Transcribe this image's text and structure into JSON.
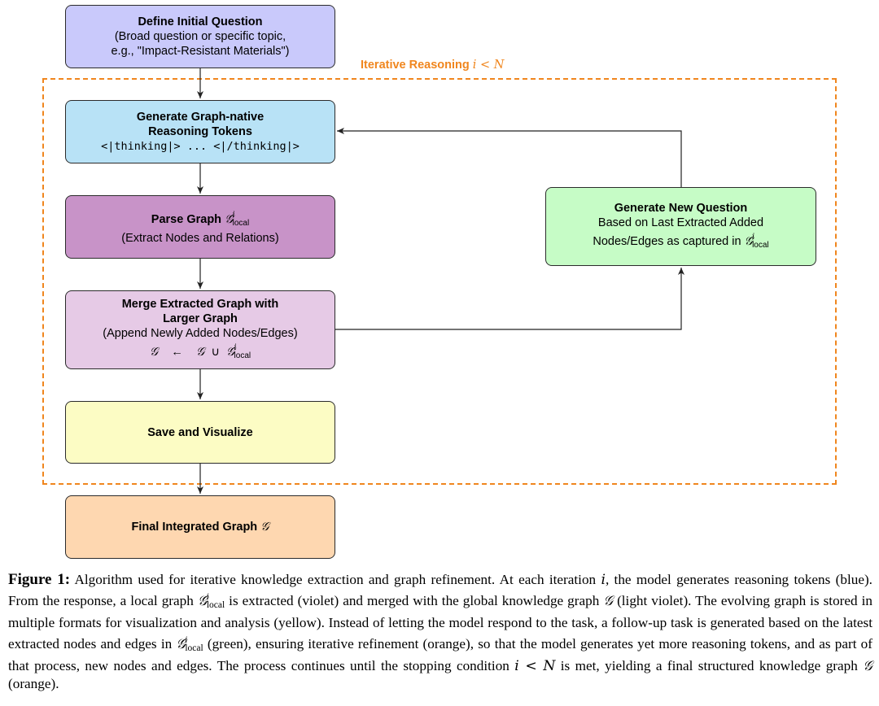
{
  "iteration_frame": {
    "label_text": "Iterative Reasoning",
    "label_condition": "i < N",
    "color": "#f0861e"
  },
  "boxes": {
    "define": {
      "title": "Define Initial Question",
      "line1": "(Broad question or specific topic,",
      "line2": "e.g., \"Impact-Resistant Materials\")",
      "fill": "#c9c9fb"
    },
    "generate_tokens": {
      "title_line1": "Generate Graph-native",
      "title_line2": "Reasoning Tokens",
      "code": "<|thinking|> ... <|/thinking|>",
      "fill": "#b8e2f6"
    },
    "parse": {
      "title": "Parse Graph",
      "subtitle": "(Extract Nodes and Relations)",
      "fill": "#c893c8"
    },
    "merge": {
      "title_line1": "Merge Extracted Graph with",
      "title_line2": "Larger Graph",
      "line3": "(Append Newly Added Nodes/Edges)",
      "fill": "#e6cae6"
    },
    "save": {
      "title": "Save and Visualize",
      "fill": "#fcfcc4"
    },
    "final": {
      "title": "Final Integrated Graph",
      "fill": "#fed7b0"
    },
    "new_question": {
      "title": "Generate New Question",
      "line1": "Based on Last Extracted Added",
      "line2": "Nodes/Edges as captured in",
      "fill": "#c6fcc6"
    }
  },
  "math": {
    "G": "𝒢",
    "G_local_sup": "i",
    "G_local_sub": "local",
    "arrow": "←",
    "union": "∪"
  },
  "caption": {
    "lead": "Figure 1:",
    "p1": " Algorithm used for iterative knowledge extraction and graph refinement. At each iteration ",
    "p1_var": "i",
    "p2": ", the model generates reasoning tokens (blue). From the response, a local graph ",
    "p3": " is extracted (violet) and merged with the global knowledge graph ",
    "p4": " (light violet). The evolving graph is stored in multiple formats for visualization and analysis (yellow). Instead of letting the model respond to the task, a follow-up task is generated based on the latest extracted nodes and edges in ",
    "p5": " (green), ensuring iterative refinement (orange), so that the model generates yet more reasoning tokens, and as part of that process, new nodes and edges. The process continues until the stopping condition ",
    "p5_cond": "i < N",
    "p6": " is met, yielding a final structured knowledge graph ",
    "p7": " (orange)."
  }
}
